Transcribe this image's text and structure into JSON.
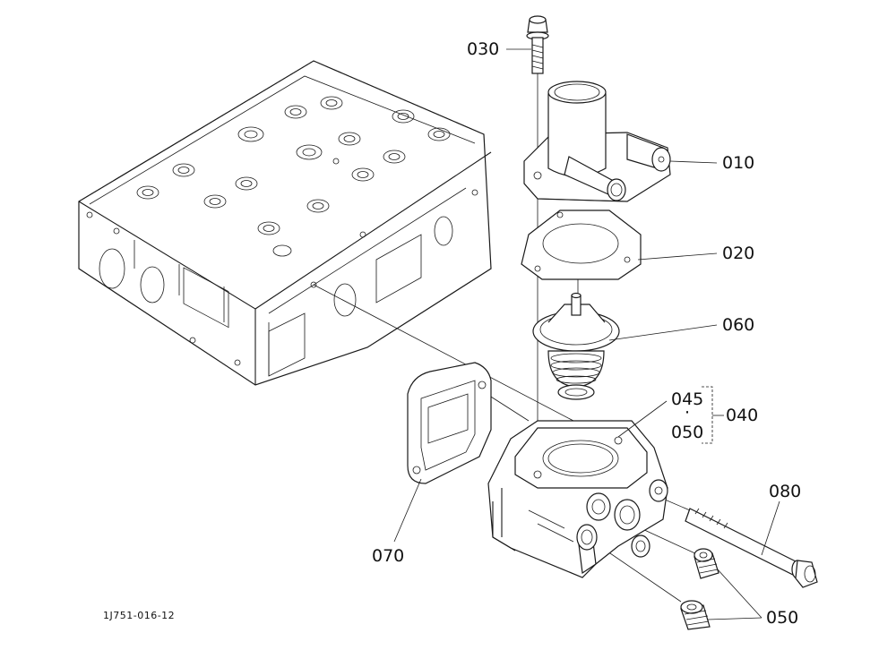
{
  "diagram": {
    "drawing_code": "1J751-016-12",
    "callouts": [
      {
        "id": "030",
        "label": "030"
      },
      {
        "id": "010",
        "label": "010"
      },
      {
        "id": "020",
        "label": "020"
      },
      {
        "id": "060",
        "label": "060"
      },
      {
        "id": "045",
        "label": "045"
      },
      {
        "id": "dot",
        "label": "·"
      },
      {
        "id": "050a",
        "label": "050"
      },
      {
        "id": "040",
        "label": "040"
      },
      {
        "id": "080",
        "label": "080"
      },
      {
        "id": "070",
        "label": "070"
      },
      {
        "id": "050b",
        "label": "050"
      }
    ]
  }
}
